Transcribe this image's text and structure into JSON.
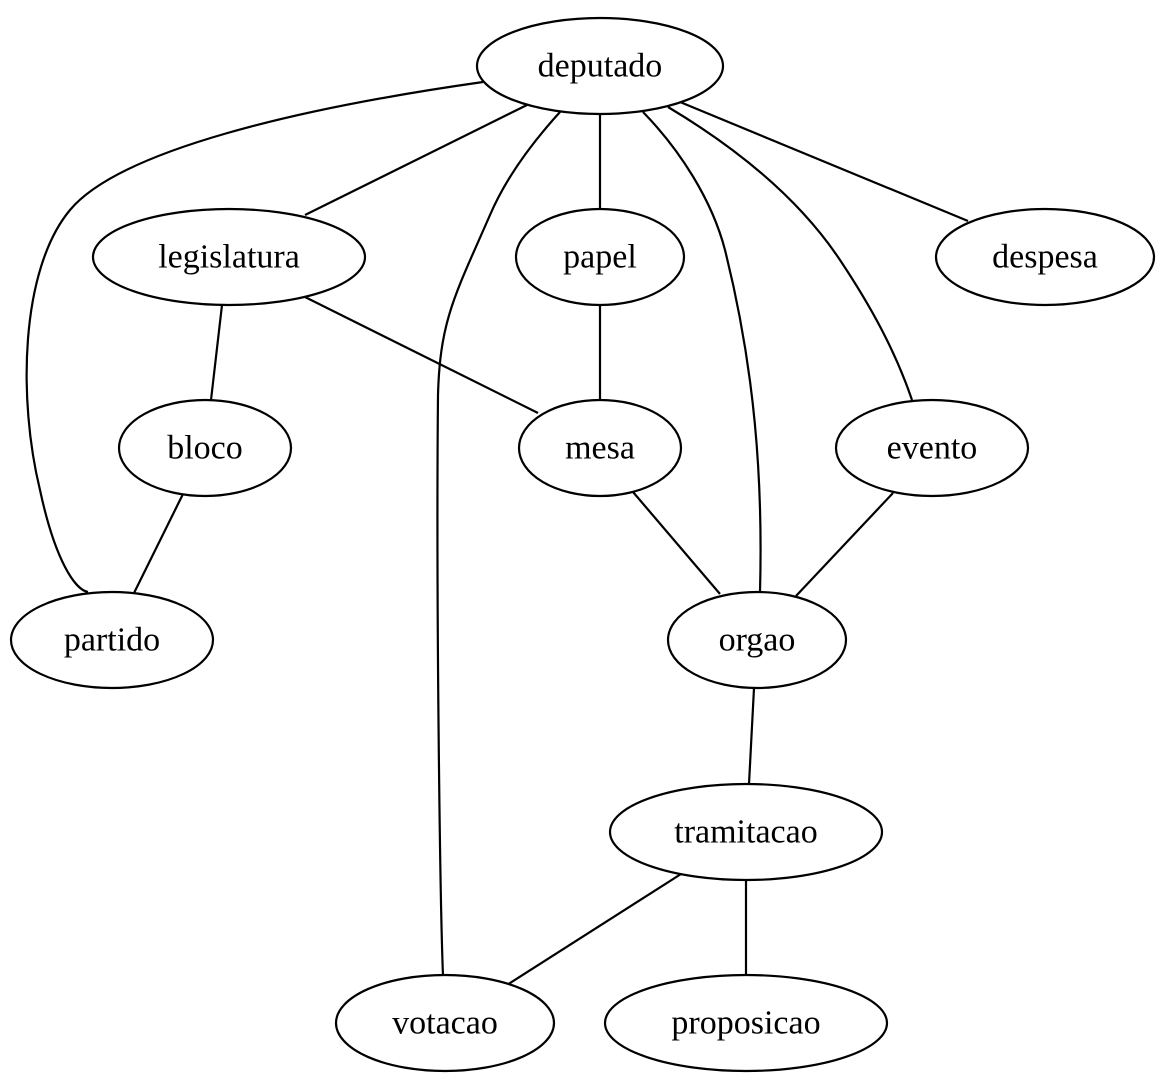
{
  "graph": {
    "type": "undirected",
    "nodes": [
      {
        "id": "deputado",
        "label": "deputado"
      },
      {
        "id": "legislatura",
        "label": "legislatura"
      },
      {
        "id": "papel",
        "label": "papel"
      },
      {
        "id": "despesa",
        "label": "despesa"
      },
      {
        "id": "bloco",
        "label": "bloco"
      },
      {
        "id": "mesa",
        "label": "mesa"
      },
      {
        "id": "evento",
        "label": "evento"
      },
      {
        "id": "partido",
        "label": "partido"
      },
      {
        "id": "orgao",
        "label": "orgao"
      },
      {
        "id": "tramitacao",
        "label": "tramitacao"
      },
      {
        "id": "votacao",
        "label": "votacao"
      },
      {
        "id": "proposicao",
        "label": "proposicao"
      }
    ],
    "edges": [
      {
        "from": "deputado",
        "to": "partido"
      },
      {
        "from": "deputado",
        "to": "legislatura"
      },
      {
        "from": "deputado",
        "to": "votacao"
      },
      {
        "from": "deputado",
        "to": "papel"
      },
      {
        "from": "deputado",
        "to": "orgao"
      },
      {
        "from": "deputado",
        "to": "evento"
      },
      {
        "from": "deputado",
        "to": "despesa"
      },
      {
        "from": "legislatura",
        "to": "bloco"
      },
      {
        "from": "legislatura",
        "to": "mesa"
      },
      {
        "from": "papel",
        "to": "mesa"
      },
      {
        "from": "bloco",
        "to": "partido"
      },
      {
        "from": "mesa",
        "to": "orgao"
      },
      {
        "from": "evento",
        "to": "orgao"
      },
      {
        "from": "orgao",
        "to": "tramitacao"
      },
      {
        "from": "tramitacao",
        "to": "votacao"
      },
      {
        "from": "tramitacao",
        "to": "proposicao"
      }
    ]
  }
}
